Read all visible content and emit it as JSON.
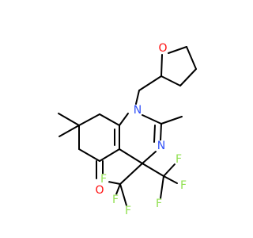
{
  "colors": {
    "background": "#ffffff",
    "bond": "#000000",
    "oxygen": "#ff0d0d",
    "nitrogen": "#3050f8",
    "fluorine": "#90e050"
  },
  "atoms": {
    "O_ring": "O",
    "N1": "N",
    "N3": "N",
    "O_ketone": "O",
    "F1a": "F",
    "F1b": "F",
    "F1c": "F",
    "F2a": "F",
    "F2b": "F",
    "F2c": "F"
  }
}
